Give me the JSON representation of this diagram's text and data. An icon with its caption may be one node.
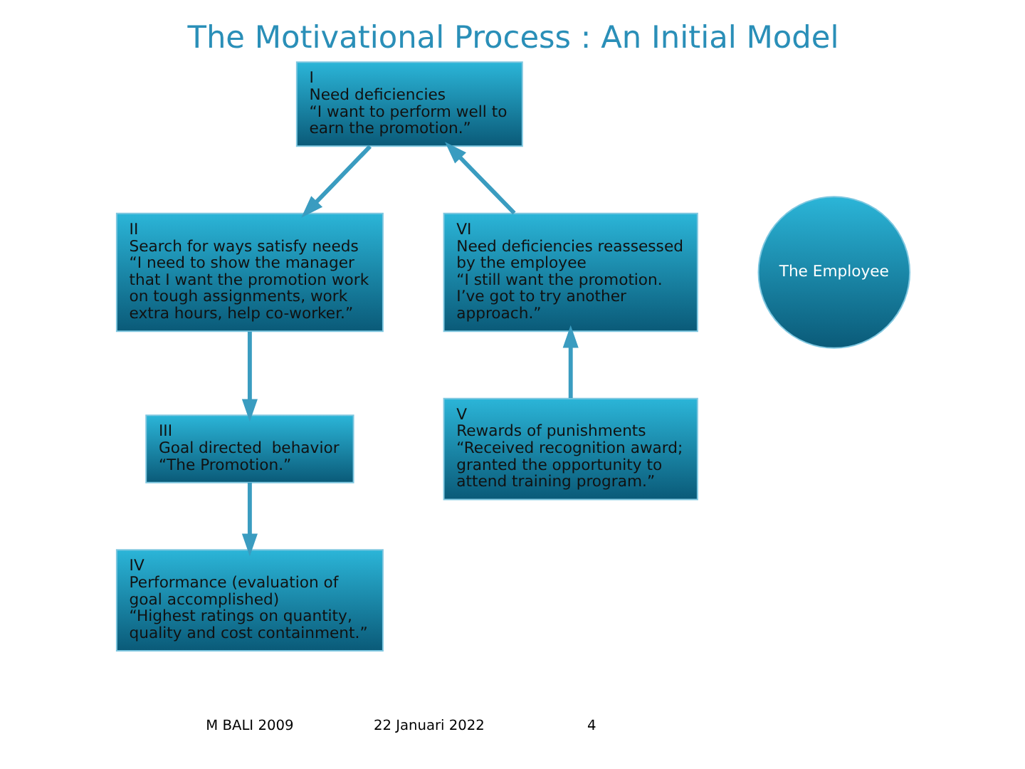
{
  "diagram": {
    "title": "The Motivational Process : An Initial Model",
    "nodes": [
      {
        "text": [
          "I",
          "Need deficiencies",
          "“I want to perform well to earn the promotion.”"
        ]
      },
      {
        "text": [
          "II",
          "Search for ways satisfy needs",
          "“I need to show the manager that I want the promotion work on tough assignments, work extra hours, help co-worker.”"
        ]
      },
      {
        "text": [
          "III",
          "Goal directed  behavior",
          "“The Promotion.”"
        ]
      },
      {
        "text": [
          "IV",
          "Performance (evaluation of goal accomplished)",
          "“Highest ratings on quantity, quality and cost containment.”"
        ]
      },
      {
        "text": [
          "V",
          "Rewards of punishments",
          "“Received recognition award; granted the opportunity to attend training program.”"
        ]
      },
      {
        "text": [
          "VI",
          "Need deficiencies reassessed by the employee",
          "“I still want the promotion. I’ve got to try another approach.”"
        ]
      },
      {
        "text": [
          "The Employee"
        ]
      }
    ],
    "edges": [
      {
        "from": 5,
        "to": 0,
        "arrow": "to"
      },
      {
        "from": 0,
        "to": 1,
        "arrow": "to"
      },
      {
        "from": 1,
        "to": 2,
        "arrow": "to"
      },
      {
        "from": 2,
        "to": 3,
        "arrow": "to"
      },
      {
        "from": 4,
        "to": 5,
        "arrow": "to"
      }
    ],
    "labels": [
      "M BALI 2009",
      "22 Januari 2022",
      "4"
    ]
  }
}
